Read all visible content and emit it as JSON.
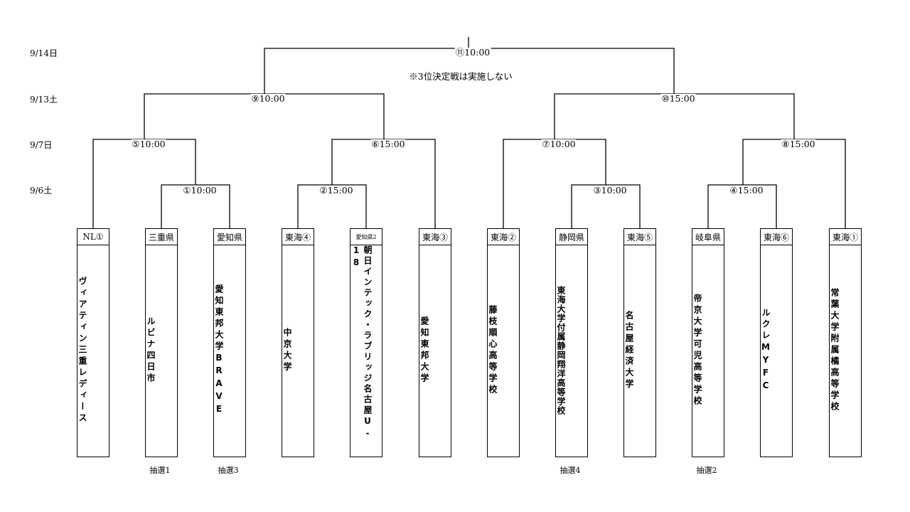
{
  "dates": {
    "final": "9/14日",
    "semifinal": "9/13土",
    "quarterfinal": "9/7日",
    "first_round": "9/6土"
  },
  "matches": {
    "m1": "①10:00",
    "m2": "②15:00",
    "m3": "③10:00",
    "m4": "④15:00",
    "m5": "⑤10:00",
    "m6": "⑥15:00",
    "m7": "⑦10:00",
    "m8": "⑧15:00",
    "m9": "⑨10:00",
    "m10": "⑩15:00",
    "m11": "⑪10:00"
  },
  "note": "※3位決定戦は実施しない",
  "teams": [
    {
      "seed": "NL①",
      "name": "ヴィアティン三重レディース"
    },
    {
      "seed": "三重県",
      "name": "ルビナ四日市",
      "draw": "抽選1"
    },
    {
      "seed": "愛知県",
      "name": "愛知東邦大学BRAVE",
      "draw": "抽選3"
    },
    {
      "seed": "東海④",
      "name": "中京大学"
    },
    {
      "seed": "愛知県2",
      "name": "朝日インテック・ラブリッジ名古屋U-18"
    },
    {
      "seed": "東海③",
      "name": "愛知東邦大学"
    },
    {
      "seed": "東海②",
      "name": "藤枝順心高等学校"
    },
    {
      "seed": "静岡県",
      "name": "東海大学付属静岡翔洋高等学校",
      "draw": "抽選4"
    },
    {
      "seed": "東海⑤",
      "name": "名古屋経済大学"
    },
    {
      "seed": "岐阜県",
      "name": "帝京大学可児高等学校",
      "draw": "抽選2"
    },
    {
      "seed": "東海⑥",
      "name": "ルクレMYFC"
    },
    {
      "seed": "東海①",
      "name": "常葉大学附属橘高等学校"
    }
  ]
}
